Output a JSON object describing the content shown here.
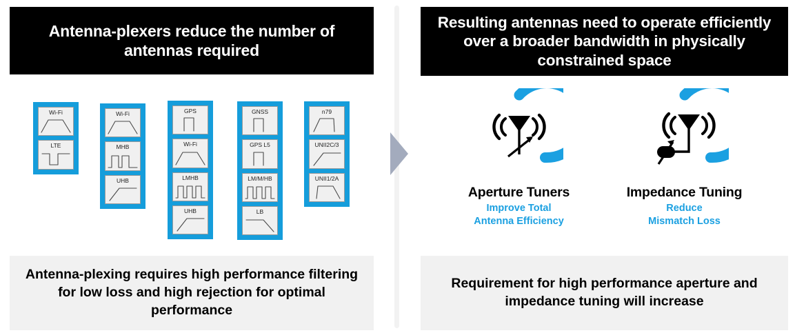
{
  "theme": {
    "accent_blue": "#1BA0E1",
    "stack_blue": "#159ddb",
    "banner_bg": "#000000",
    "banner_text": "#ffffff",
    "caption_bg": "#f1f1f1",
    "arrow_gray": "#a3abbd",
    "divider_gray": "#f2f2f2",
    "card_bg": "#f0f0f0",
    "card_border": "#9b9b9b"
  },
  "left": {
    "header": "Antenna-plexers reduce the number of antennas required",
    "caption": "Antenna-plexing requires high performance filtering for low loss and high rejection for optimal performance",
    "stacks": [
      {
        "name": "stack-1",
        "filters": [
          {
            "label": "Wi-Fi",
            "response": "bandpass"
          },
          {
            "label": "LTE",
            "response": "notch"
          }
        ]
      },
      {
        "name": "stack-2",
        "filters": [
          {
            "label": "Wi-Fi",
            "response": "bandpass"
          },
          {
            "label": "MHB",
            "response": "comb2"
          },
          {
            "label": "UHB",
            "response": "highpass"
          }
        ]
      },
      {
        "name": "stack-3",
        "filters": [
          {
            "label": "GPS",
            "response": "narrowband"
          },
          {
            "label": "Wi-Fi",
            "response": "bandpass"
          },
          {
            "label": "LMHB",
            "response": "comb3"
          },
          {
            "label": "UHB",
            "response": "highpass"
          }
        ]
      },
      {
        "name": "stack-4",
        "filters": [
          {
            "label": "GNSS",
            "response": "narrowband"
          },
          {
            "label": "GPS L5",
            "response": "narrowband"
          },
          {
            "label": "LM/M/HB",
            "response": "comb3"
          },
          {
            "label": "LB",
            "response": "lowpass"
          }
        ]
      },
      {
        "name": "stack-5",
        "filters": [
          {
            "label": "n79",
            "response": "bandpass-steep"
          },
          {
            "label": "UNII2C/3",
            "response": "highpass"
          },
          {
            "label": "UNII1/2A",
            "response": "bandpass-flat"
          }
        ]
      }
    ]
  },
  "right": {
    "header": "Resulting antennas need to operate efficiently over a broader bandwidth in physically constrained space",
    "caption": "Requirement for high performance aperture and impedance tuning will increase",
    "tuners": [
      {
        "icon": "aperture-tuner-icon",
        "title": "Aperture Tuners",
        "subtitle_line1": "Improve Total",
        "subtitle_line2": "Antenna Efficiency"
      },
      {
        "icon": "impedance-tuner-icon",
        "title": "Impedance Tuning",
        "subtitle_line1": "Reduce",
        "subtitle_line2": "Mismatch Loss"
      }
    ]
  }
}
